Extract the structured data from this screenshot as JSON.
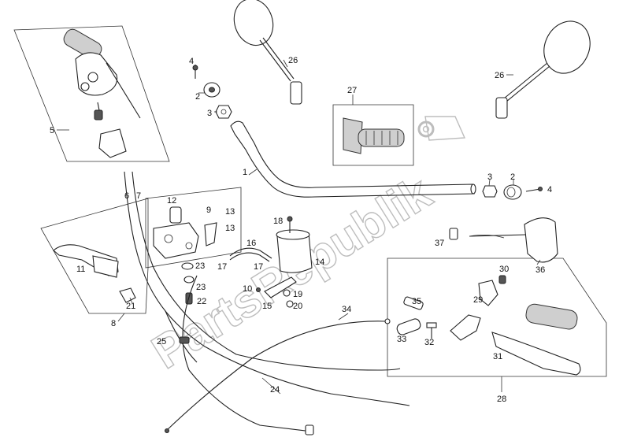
{
  "watermark": {
    "text": "PartsRepublik"
  },
  "labels": {
    "l1": "1",
    "l2a": "2",
    "l2b": "2",
    "l3a": "3",
    "l3b": "3",
    "l4a": "4",
    "l4b": "4",
    "l5": "5",
    "l6": "6",
    "l7": "7",
    "l8": "8",
    "l9": "9",
    "l10": "10",
    "l11": "11",
    "l12": "12",
    "l13a": "13",
    "l13b": "13",
    "l14": "14",
    "l15": "15",
    "l16": "16",
    "l17a": "17",
    "l17b": "17",
    "l18": "18",
    "l19": "19",
    "l20": "20",
    "l21": "21",
    "l22": "22",
    "l23a": "23",
    "l23b": "23",
    "l24": "24",
    "l25": "25",
    "l26a": "26",
    "l26b": "26",
    "l27": "27",
    "l28": "28",
    "l29": "29",
    "l30": "30",
    "l31": "31",
    "l32": "32",
    "l33": "33",
    "l34": "34",
    "l35": "35",
    "l36": "36",
    "l37": "37"
  }
}
